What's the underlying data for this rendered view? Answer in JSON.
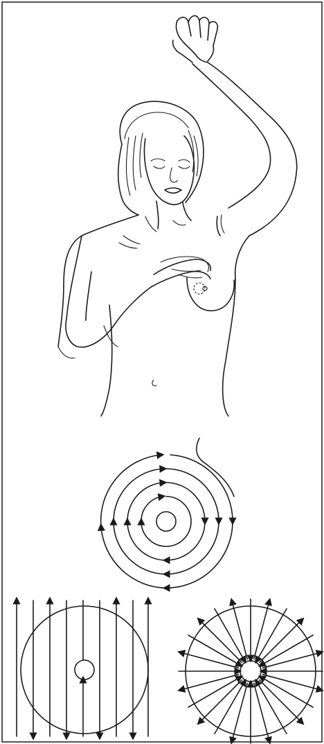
{
  "figure": {
    "border_color": "#1a1a1a",
    "ink_color": "#1a1a1a",
    "background": "#ffffff",
    "panels": [
      {
        "name": "self-exam-illustration",
        "icon": "woman-raised-arm-figure"
      },
      {
        "name": "spiral-pattern",
        "icon": "concentric-circles-arrows"
      },
      {
        "name": "vertical-strip-pattern",
        "icon": "vertical-lines-arrows"
      },
      {
        "name": "radial-wedge-pattern",
        "icon": "radial-spokes-arrows"
      }
    ]
  }
}
